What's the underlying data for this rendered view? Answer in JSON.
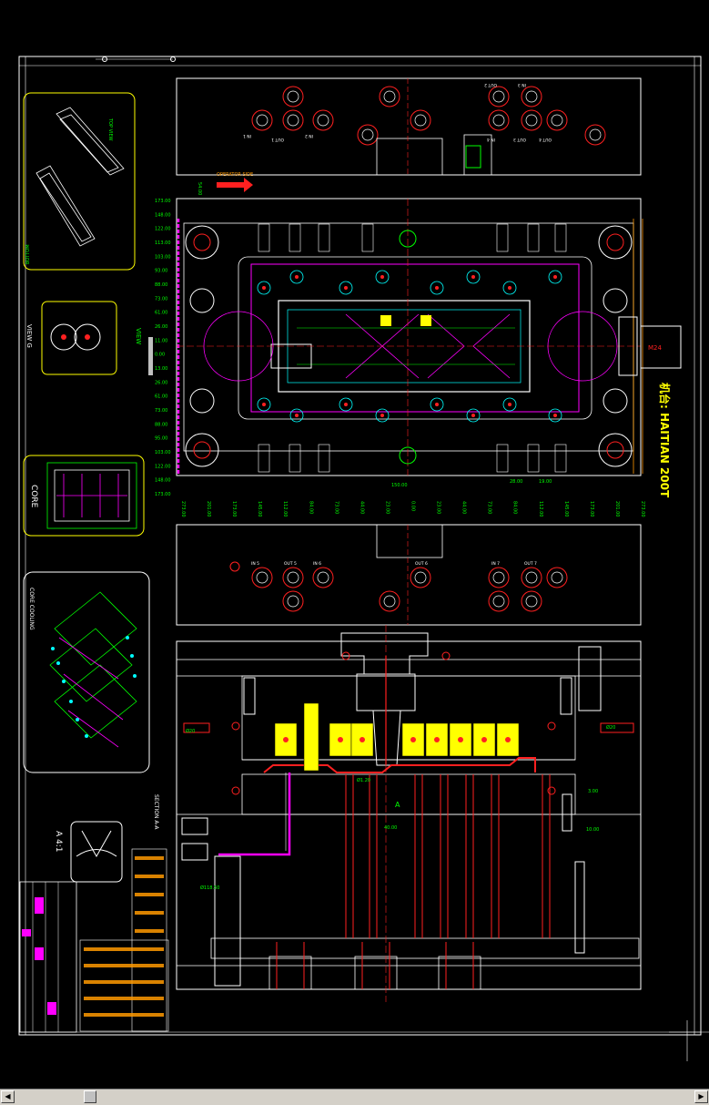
{
  "drawing": {
    "machine_label": "机台: HAITIAN 200T",
    "view_g": "VIEW G",
    "view_label": "VIEW",
    "section_label": "SECTION A-A",
    "section_mark": "A",
    "detail_label": "A 4:1",
    "core_label": "CORE",
    "core_cooling_label": "CORE COOLING",
    "operator_side": "OPERATOR SIDE",
    "top_left_dim": "54.00",
    "dims_left": [
      "173.00",
      "148.00",
      "122.00",
      "113.00",
      "103.00",
      "93.00",
      "88.00",
      "73.00",
      "61.00",
      "26.00",
      "11.00",
      "0.00",
      "13.00",
      "26.00",
      "61.00",
      "73.00",
      "88.00",
      "95.00",
      "103.00",
      "122.00",
      "148.00",
      "173.00"
    ],
    "dims_bottom": [
      "273.00",
      "201.00",
      "173.00",
      "145.00",
      "112.00",
      "84.00",
      "73.00",
      "44.00",
      "23.00",
      "0.00",
      "23.00",
      "44.00",
      "73.00",
      "84.00",
      "112.00",
      "145.00",
      "173.00",
      "201.00",
      "273.00"
    ],
    "dim_150": "150.00",
    "dim_40": "40.00",
    "dim_1": "28.00",
    "dim_2": "19.00",
    "marker_m24": "M24",
    "cooling_top": [
      "IN 1",
      "OUT 1",
      "IN 2",
      "OUT 2",
      "IN 3",
      "IN 4",
      "OUT 3",
      "OUT 4"
    ],
    "cooling_bottom": [
      "IN 5",
      "OUT 5",
      "IN 6",
      "OUT 6",
      "IN 7",
      "OUT 7"
    ],
    "sec_dims": [
      "Ø20",
      "Ø20",
      "Ø118.50",
      "Ø1.20",
      "40.00",
      "10.00",
      "3.00"
    ]
  },
  "colors": {
    "background": "#000000",
    "line": "#ffffff",
    "dim": "#00ff00",
    "magenta": "#ff00ff",
    "red": "#ff2020",
    "cyan": "#00ffff",
    "yellow": "#ffff00",
    "orange": "#ff9900",
    "blue": "#3050ff"
  },
  "ui": {
    "scroll_left": "◀",
    "scroll_right": "▶"
  }
}
